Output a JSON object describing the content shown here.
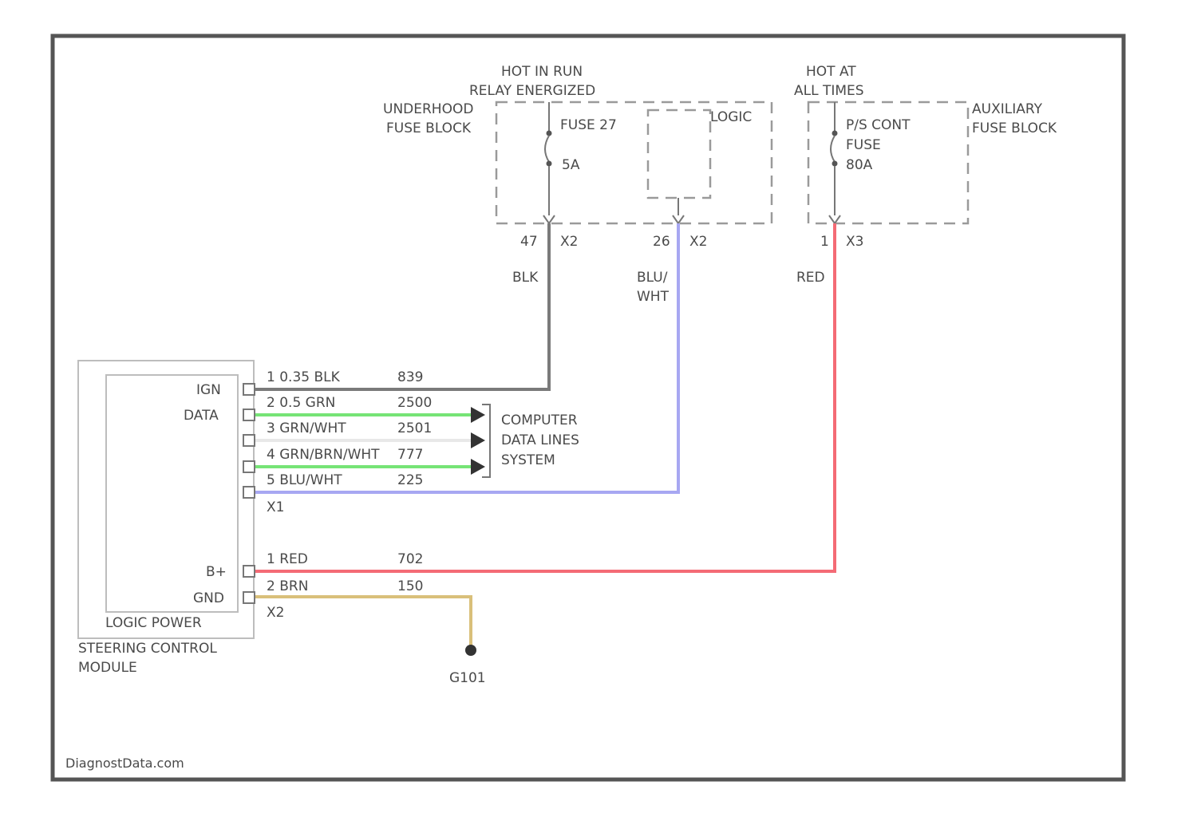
{
  "labels": {
    "hot_in_run": "HOT IN RUN",
    "relay_energized": "RELAY ENERGIZED",
    "underhood_1": "UNDERHOOD",
    "underhood_2": "FUSE BLOCK",
    "fuse_27": "FUSE 27",
    "fuse_27_amp": "5A",
    "logic": "LOGIC",
    "hot_at": "HOT AT",
    "all_times": "ALL TIMES",
    "ps_cont": "P/S CONT",
    "fuse": "FUSE",
    "fuse_amp": "80A",
    "aux_1": "AUXILIARY",
    "aux_2": "FUSE BLOCK",
    "pin_47": "47",
    "x2_a": "X2",
    "pin_26": "26",
    "x2_b": "X2",
    "pin_1": "1",
    "x3": "X3",
    "blk": "BLK",
    "blu_1": "BLU/",
    "blu_2": "WHT",
    "red": "RED",
    "ign": "IGN",
    "data": "DATA",
    "x1_w1": "1  0.35 BLK",
    "x1_c1": "839",
    "x1_w2": "2  0.5 GRN",
    "x1_c2": "2500",
    "x1_w3": "3  GRN/WHT",
    "x1_c3": "2501",
    "x1_w4": "4  GRN/BRN/WHT",
    "x1_c4": "777",
    "x1_w5": "5  BLU/WHT",
    "x1_c5": "225",
    "x1": "X1",
    "comp_1": "COMPUTER",
    "comp_2": "DATA LINES",
    "comp_3": "SYSTEM",
    "bplus": "B+",
    "gnd": "GND",
    "x2_w1": "1   RED",
    "x2_c1": "702",
    "x2_w2": "2   BRN",
    "x2_c2": "150",
    "x2": "X2",
    "logic_power": "LOGIC   POWER",
    "module_1": "STEERING CONTROL",
    "module_2": "MODULE",
    "ground": "G101",
    "watermark": "DiagnostData.com"
  },
  "colors": {
    "blk": "#7a7a7a",
    "grn": "#76e476",
    "grn_wht": "#e8e8e8",
    "blu_wht": "#a7a7f2",
    "red": "#f46b75",
    "brn": "#d9c07a"
  }
}
